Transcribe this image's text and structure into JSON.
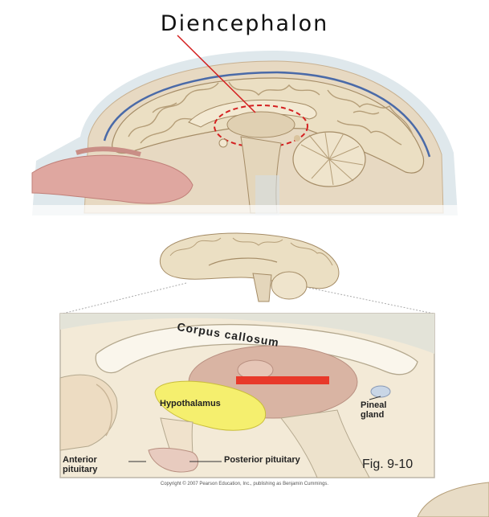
{
  "title": "Diencephalon",
  "labels": {
    "corpus_callosum": "Corpus callosum",
    "hypothalamus": "Hypothalamus",
    "pineal_gland": "Pineal gland",
    "anterior_pituitary": "Anterior pituitary",
    "posterior_pituitary": "Posterior pituitary",
    "figure": "Fig. 9-10"
  },
  "copyright": "Copyright © 2007 Pearson Education, Inc., publishing as Benjamin Cummings.",
  "colors": {
    "brain_tissue": "#e9dcbd",
    "gyrus_line": "#b59e78",
    "highlight_line": "#d42020",
    "thalamus": "#d9b4a3",
    "hypothalamus": "#f5ef6e",
    "red_bar": "#e8392a",
    "pharynx": "#dfa7a0"
  }
}
